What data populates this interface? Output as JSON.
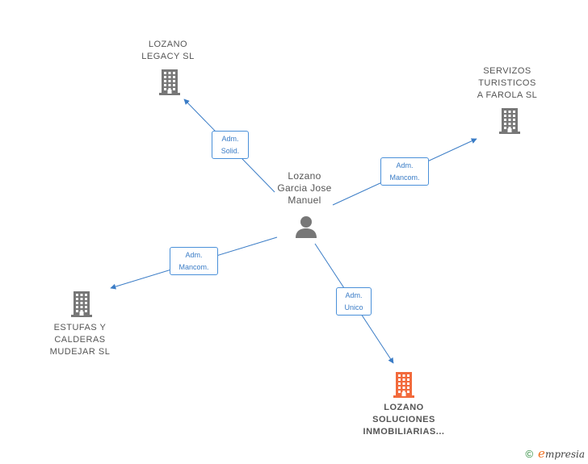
{
  "center": {
    "name": "Lozano\nGarcia Jose\nManuel",
    "icon": "person-icon"
  },
  "companies": [
    {
      "id": "legacy",
      "name": "LOZANO\nLEGACY  SL",
      "icon": "building-icon",
      "color": "#777777"
    },
    {
      "id": "servizos",
      "name": "SERVIZOS\nTURISTICOS\nA FAROLA  SL",
      "icon": "building-icon",
      "color": "#777777"
    },
    {
      "id": "estufas",
      "name": "ESTUFAS Y\nCALDERAS\nMUDEJAR  SL",
      "icon": "building-icon",
      "color": "#777777"
    },
    {
      "id": "soluciones",
      "name": "LOZANO\nSOLUCIONES\nINMOBILIARIAS...",
      "icon": "building-icon",
      "color": "#f26a3c"
    }
  ],
  "relations": [
    {
      "to": "legacy",
      "role": "Adm.\nSolid."
    },
    {
      "to": "servizos",
      "role": "Adm.\nMancom."
    },
    {
      "to": "estufas",
      "role": "Adm.\nMancom."
    },
    {
      "to": "soluciones",
      "role": "Adm.\nUnico"
    }
  ],
  "footer": {
    "copyright_symbol": "©",
    "brand_initial": "e",
    "brand_rest": "mpresia"
  },
  "colors": {
    "edge": "#3a7cc6",
    "box_border": "#4a90d9"
  }
}
